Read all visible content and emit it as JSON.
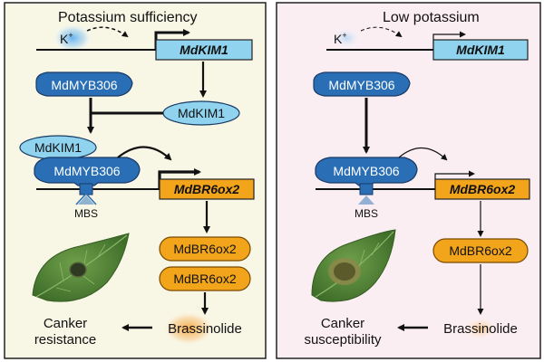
{
  "left_panel": {
    "title": "Potassium sufficiency",
    "k_label": "K",
    "k_superscript": "+",
    "gene_kim1": "MdKIM1",
    "protein_myb306": "MdMYB306",
    "protein_kim1_free": "MdKIM1",
    "protein_kim1_bound": "MdKIM1",
    "protein_myb306_bound": "MdMYB306",
    "mbs_label": "MBS",
    "gene_br6ox2": "MdBR6ox2",
    "protein_br6ox2_a": "MdBR6ox2",
    "protein_br6ox2_b": "MdBR6ox2",
    "outcome_line1": "Canker",
    "outcome_line2": "resistance",
    "product": "Brassinolide"
  },
  "right_panel": {
    "title": "Low potassium",
    "k_label": "K",
    "k_superscript": "+",
    "gene_kim1": "MdKIM1",
    "protein_myb306": "MdMYB306",
    "protein_myb306_bound": "MdMYB306",
    "mbs_label": "MBS",
    "gene_br6ox2": "MdBR6ox2",
    "protein_br6ox2": "MdBR6ox2",
    "outcome_line1": "Canker",
    "outcome_line2": "susceptibility",
    "product": "Brassinolide"
  },
  "colors": {
    "left_bg": "#f8f7e6",
    "right_bg": "#fbeef3",
    "kim1_fill": "#8fd3ee",
    "myb306_fill": "#2a6fb6",
    "br6ox2_fill": "#f2a51a",
    "k_glow": "#66b7f0",
    "brassinolide_glow": "#f6b24a"
  }
}
